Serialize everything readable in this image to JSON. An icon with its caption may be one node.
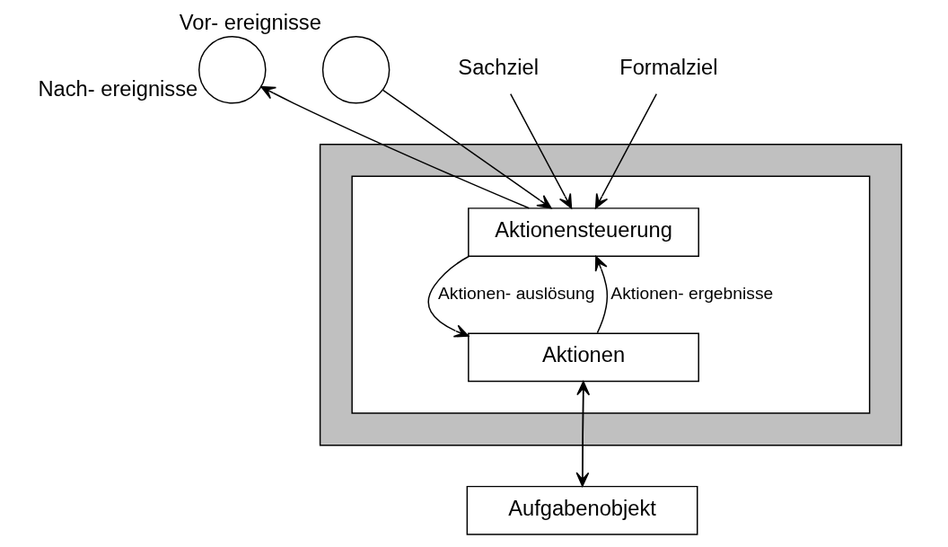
{
  "diagram": {
    "nodes": [
      {
        "text": [],
        "shape": "box"
      },
      {
        "text": [],
        "shape": "box",
        "in": 0
      },
      {
        "text": [
          "Aktionensteuerung"
        ],
        "in": 1
      },
      {
        "text": [
          "Aktionen"
        ],
        "in": 1
      },
      {
        "text": [
          "Aufgabenobjekt"
        ]
      },
      {
        "text": [],
        "shape": "circle",
        "beside": [
          "Vor- ereignisse"
        ]
      },
      {
        "text": [],
        "shape": "circle",
        "beside": [
          "Nach- ereignisse"
        ]
      },
      {
        "text": [
          "Sachziel"
        ]
      },
      {
        "text": [
          "Formalziel"
        ]
      }
    ],
    "edges": [
      {
        "from": 7,
        "to": 2,
        "arrow": "to"
      },
      {
        "from": 8,
        "to": 2,
        "arrow": "to"
      },
      {
        "from": 5,
        "to": 2,
        "arrow": "to"
      },
      {
        "from": 2,
        "to": 6,
        "arrow": "to"
      },
      {
        "from": 2,
        "to": 3,
        "arrow": "to",
        "label": "Aktionen- auslösung"
      },
      {
        "from": 3,
        "to": 2,
        "arrow": "to",
        "label": "Aktionen- ergebnisse"
      },
      {
        "from": 4,
        "to": 3,
        "arrow": "to"
      },
      {
        "from": 3,
        "to": 4,
        "arrow": "to"
      }
    ]
  }
}
